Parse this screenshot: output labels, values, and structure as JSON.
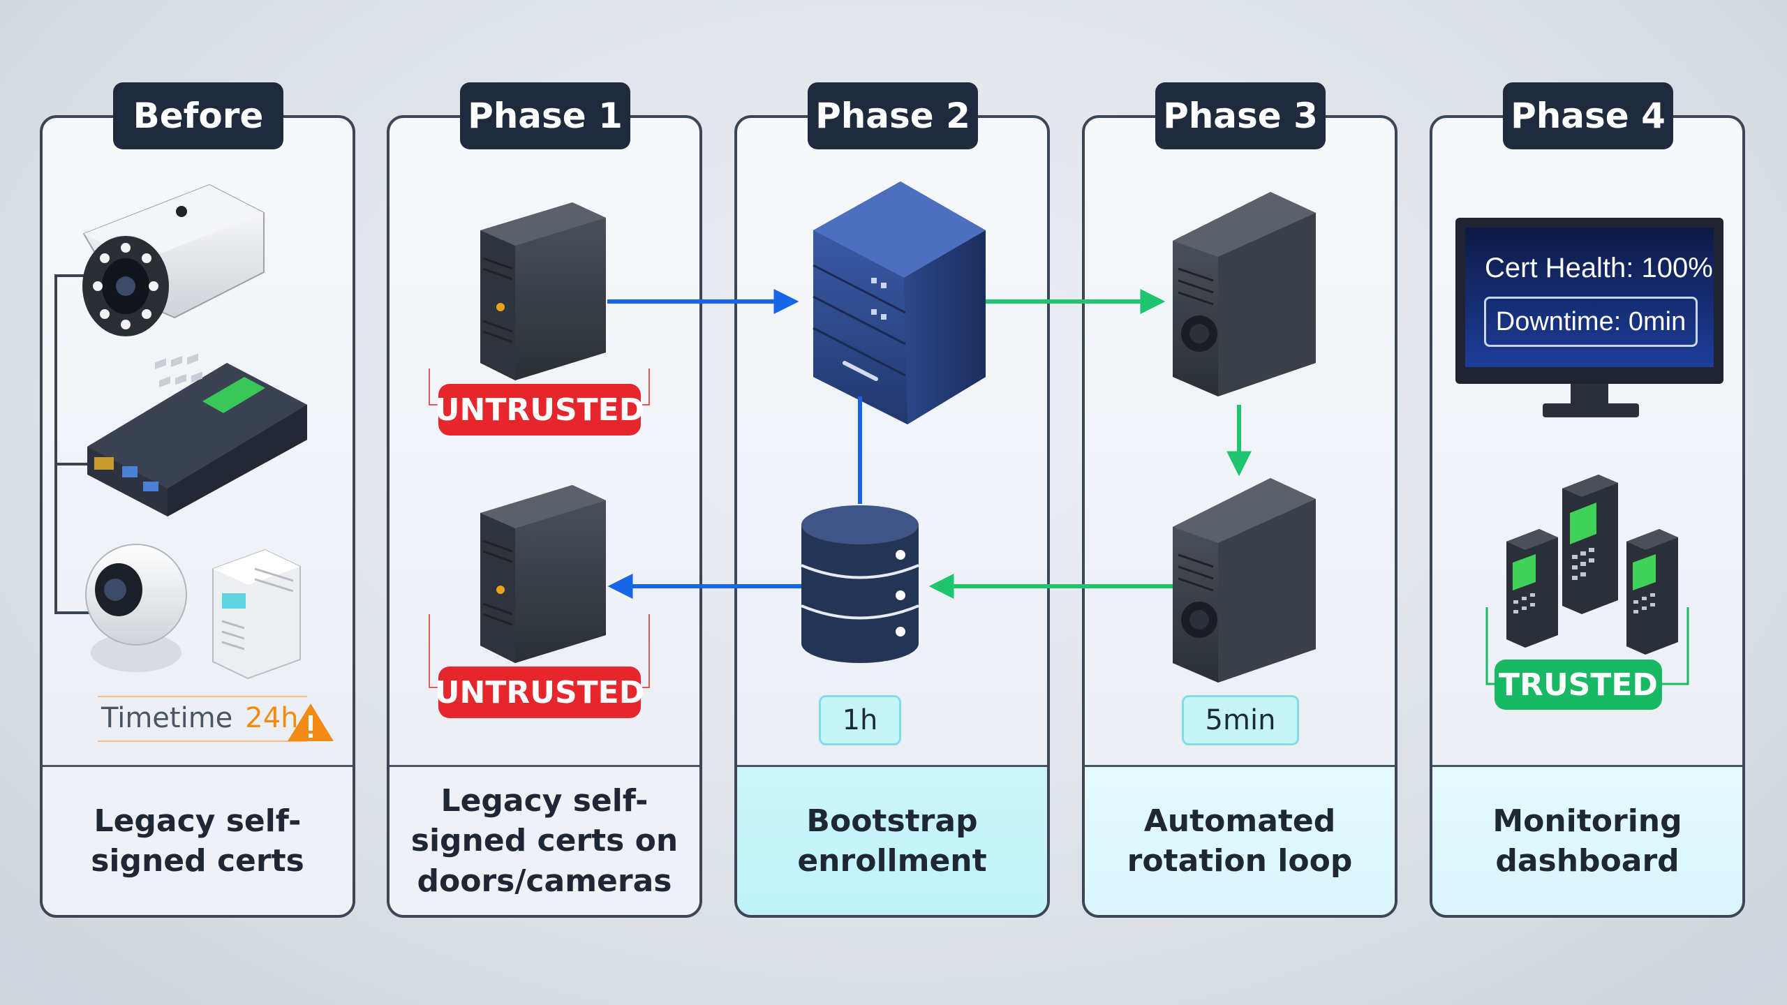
{
  "panels": [
    {
      "header": "Before",
      "caption": "Legacy self-signed certs"
    },
    {
      "header": "Phase 1",
      "caption": "Legacy self-signed certs on doors/cameras"
    },
    {
      "header": "Phase 2",
      "caption": "Bootstrap enrollment"
    },
    {
      "header": "Phase 3",
      "caption": "Automated rotation loop"
    },
    {
      "header": "Phase 4",
      "caption": "Monitoring dashboard"
    }
  ],
  "before": {
    "timetime_label": "Timetime",
    "timetime_value": "24h"
  },
  "phase1": {
    "badge_top": "UNTRUSTED",
    "badge_bottom": "UNTRUSTED"
  },
  "phase2": {
    "time_badge": "1h"
  },
  "phase3": {
    "time_badge": "5min"
  },
  "phase4": {
    "cert_health": "Cert Health: 100%",
    "downtime": "Downtime: 0min",
    "badge": "TRUSTED"
  },
  "colors": {
    "blue_arrow": "#1565e6",
    "green_arrow": "#1fc46e",
    "untrusted": "#e5262d",
    "trusted": "#18b864",
    "header_bg": "#1f2a3c"
  }
}
